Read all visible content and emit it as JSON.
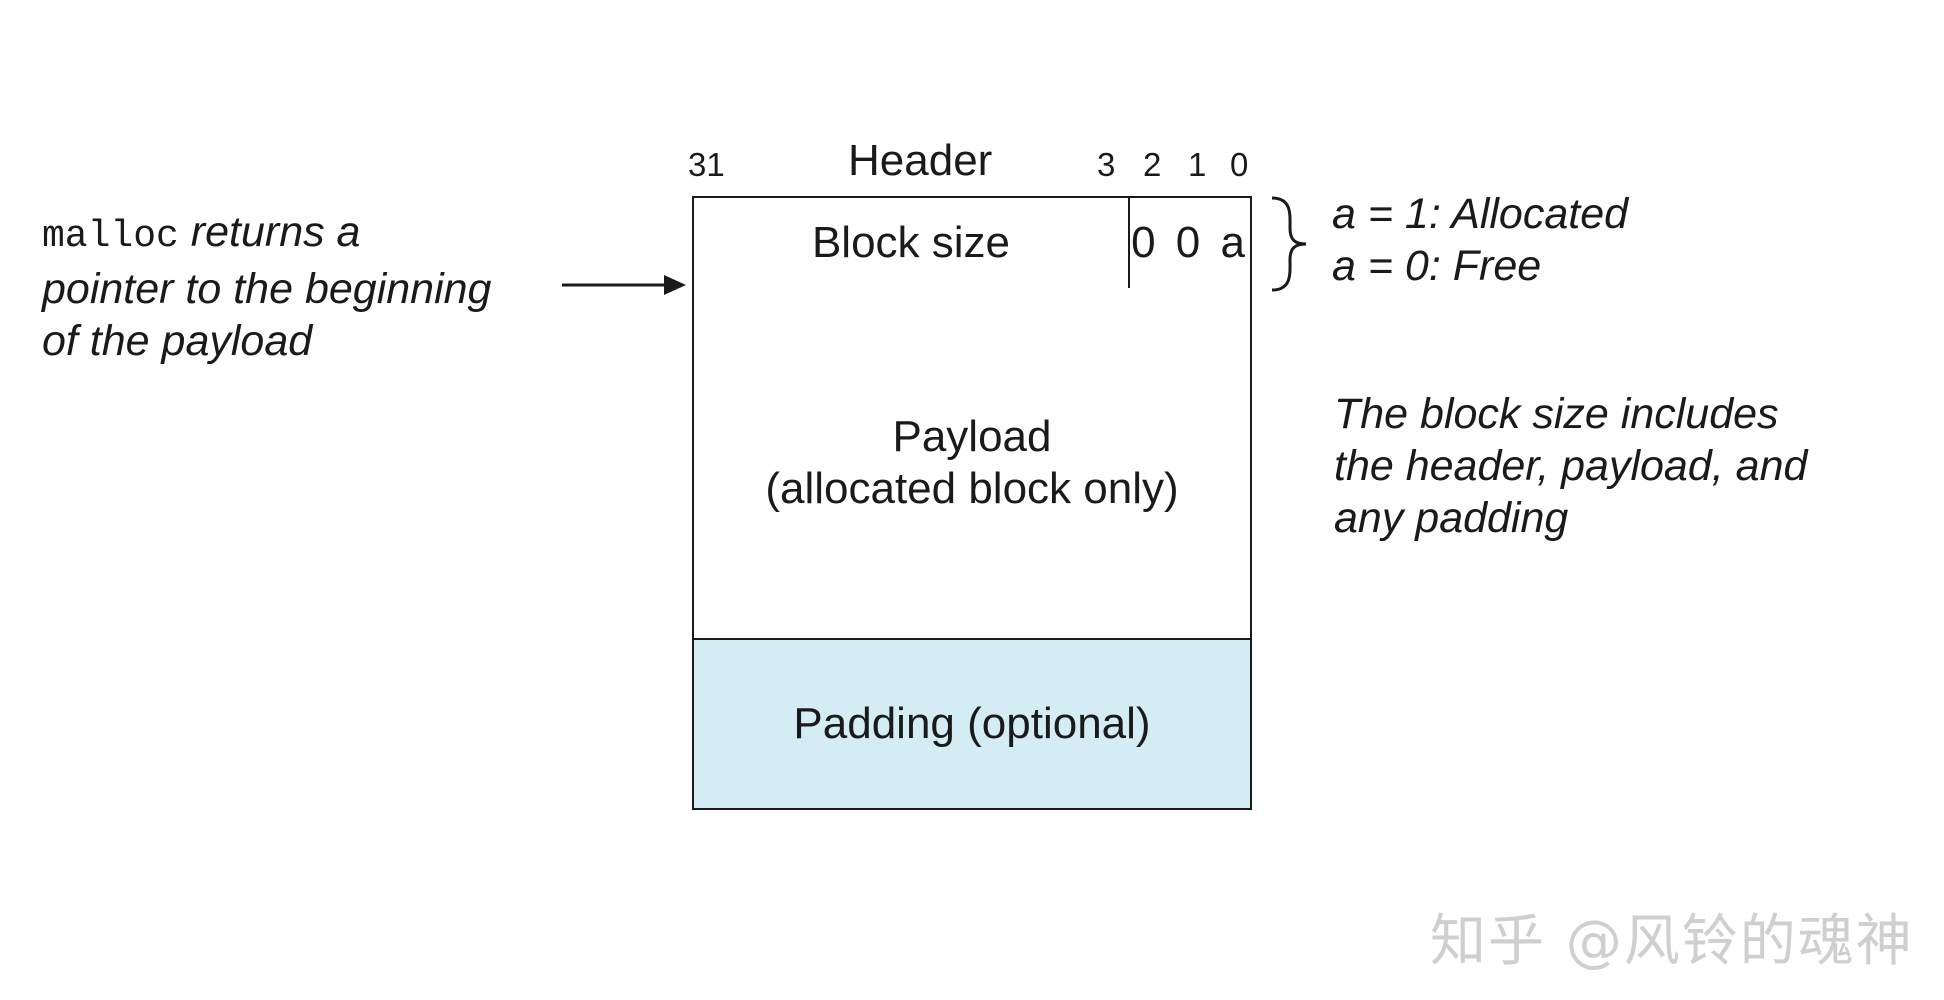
{
  "header": {
    "title": "Header",
    "bit_high": "31",
    "bit_3": "3",
    "bit_2": "2",
    "bit_1": "1",
    "bit_0": "0"
  },
  "block": {
    "block_size": "Block size",
    "flags": "0 0 a",
    "payload_line1": "Payload",
    "payload_line2": "(allocated block only)",
    "padding": "Padding (optional)"
  },
  "notes": {
    "malloc_code": "malloc",
    "malloc_line1_rest": " returns a",
    "malloc_line2": "pointer to the beginning",
    "malloc_line3": "of the payload",
    "flag_allocated": "a = 1: Allocated",
    "flag_free": "a = 0: Free",
    "size_line1": "The block size includes",
    "size_line2": "the header, payload, and",
    "size_line3": "any padding"
  },
  "watermark": "知乎 @风铃的魂神",
  "colors": {
    "padding_fill": "#d4ecf4",
    "line": "#1a1a1a"
  }
}
